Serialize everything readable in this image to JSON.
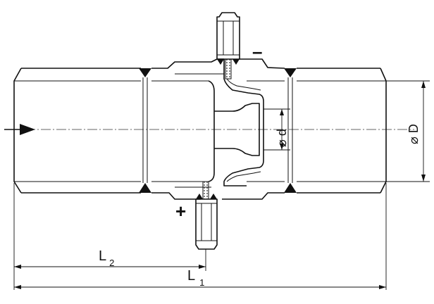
{
  "drawing": {
    "labels": {
      "minus": "–",
      "plus": "+",
      "inner_diameter": "⌀ d",
      "outer_diameter": "⌀ D",
      "l2_main": "L",
      "l2_sub": "2",
      "l1_main": "L",
      "l1_sub": "1"
    }
  }
}
